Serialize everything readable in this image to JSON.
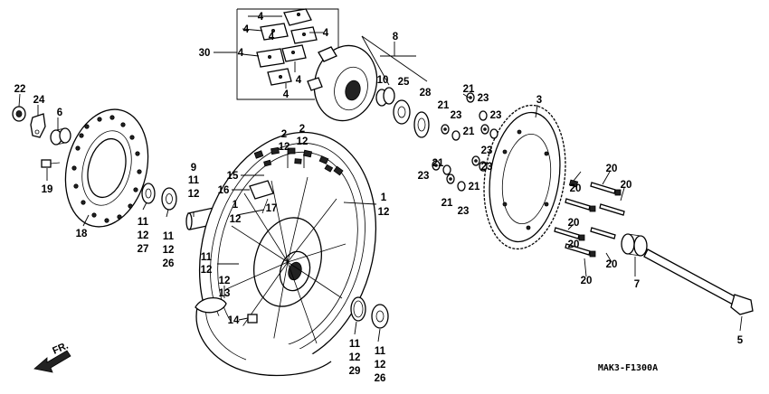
{
  "diagram": {
    "drawing_code": "MAK3-F1300A",
    "direction_label": "FR.",
    "callouts": [
      {
        "id": "c22",
        "text": "22"
      },
      {
        "id": "c24",
        "text": "24"
      },
      {
        "id": "c6",
        "text": "6"
      },
      {
        "id": "c19",
        "text": "19"
      },
      {
        "id": "c18",
        "text": "18"
      },
      {
        "id": "c30",
        "text": "30"
      },
      {
        "id": "c4a",
        "text": "4"
      },
      {
        "id": "c4b",
        "text": "4"
      },
      {
        "id": "c4c",
        "text": "4"
      },
      {
        "id": "c4d",
        "text": "4"
      },
      {
        "id": "c4e",
        "text": "4"
      },
      {
        "id": "c4f",
        "text": "4"
      },
      {
        "id": "c4g",
        "text": "4"
      },
      {
        "id": "c8",
        "text": "8"
      },
      {
        "id": "c10",
        "text": "10"
      },
      {
        "id": "c25",
        "text": "25"
      },
      {
        "id": "c28",
        "text": "28"
      },
      {
        "id": "c3",
        "text": "3"
      },
      {
        "id": "c21a",
        "text": "21"
      },
      {
        "id": "c23a",
        "text": "23"
      },
      {
        "id": "c21b",
        "text": "21"
      },
      {
        "id": "c23b",
        "text": "23"
      },
      {
        "id": "c21c",
        "text": "21"
      },
      {
        "id": "c23c",
        "text": "23"
      },
      {
        "id": "c23d",
        "text": "23"
      },
      {
        "id": "c21d",
        "text": "21"
      },
      {
        "id": "c23e",
        "text": "23"
      },
      {
        "id": "c21e",
        "text": "21"
      },
      {
        "id": "c23f",
        "text": "23"
      },
      {
        "id": "c21f",
        "text": "21"
      },
      {
        "id": "c23g",
        "text": "23"
      },
      {
        "id": "c20a",
        "text": "20"
      },
      {
        "id": "c20b",
        "text": "20"
      },
      {
        "id": "c20c",
        "text": "20"
      },
      {
        "id": "c20d",
        "text": "20"
      },
      {
        "id": "c20e",
        "text": "20"
      },
      {
        "id": "c20f",
        "text": "20"
      },
      {
        "id": "c20g",
        "text": "20"
      },
      {
        "id": "c7",
        "text": "7"
      },
      {
        "id": "c5",
        "text": "5"
      },
      {
        "id": "c2a",
        "text": "2"
      },
      {
        "id": "c12a",
        "text": "12"
      },
      {
        "id": "c2b",
        "text": "2"
      },
      {
        "id": "c12b",
        "text": "12"
      },
      {
        "id": "c15",
        "text": "15"
      },
      {
        "id": "c16",
        "text": "16"
      },
      {
        "id": "c17",
        "text": "17"
      },
      {
        "id": "c1a",
        "text": "1"
      },
      {
        "id": "c12c",
        "text": "12"
      },
      {
        "id": "c1b",
        "text": "1"
      },
      {
        "id": "c12d",
        "text": "12"
      },
      {
        "id": "c9",
        "text": "9"
      },
      {
        "id": "c11a",
        "text": "11"
      },
      {
        "id": "c12e",
        "text": "12"
      },
      {
        "id": "c11b",
        "text": "11"
      },
      {
        "id": "c12f",
        "text": "12"
      },
      {
        "id": "c27",
        "text": "27"
      },
      {
        "id": "c11c",
        "text": "11"
      },
      {
        "id": "c12g",
        "text": "12"
      },
      {
        "id": "c26a",
        "text": "26"
      },
      {
        "id": "c11d",
        "text": "11"
      },
      {
        "id": "c12h",
        "text": "12"
      },
      {
        "id": "c12i",
        "text": "12"
      },
      {
        "id": "c13",
        "text": "13"
      },
      {
        "id": "c14",
        "text": "14"
      },
      {
        "id": "c11e",
        "text": "11"
      },
      {
        "id": "c12j",
        "text": "12"
      },
      {
        "id": "c29",
        "text": "29"
      },
      {
        "id": "c11f",
        "text": "11"
      },
      {
        "id": "c12k",
        "text": "12"
      },
      {
        "id": "c26b",
        "text": "26"
      }
    ]
  }
}
